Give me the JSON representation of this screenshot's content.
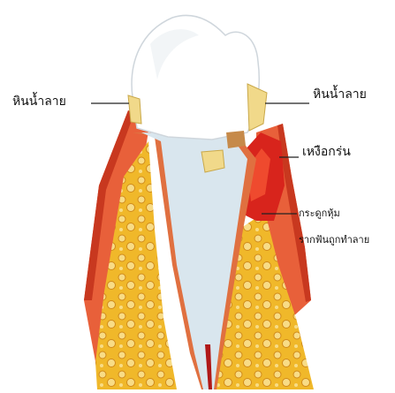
{
  "diagram": {
    "labels": {
      "calculus_left": "หินน้ำลาย",
      "calculus_right": "หินน้ำลาย",
      "inflamed_gum": "เหงือกร่น",
      "bone_loss": "กระดูกหุ้ม",
      "bone_loss_2": "รากฟันถูกทำลาย"
    },
    "colors": {
      "enamel": "#ffffff",
      "dentin": "#d9e6ee",
      "gum": "#e8603a",
      "gum_dark": "#c8381f",
      "bone": "#f2c230",
      "bone_spots": "#f7d77a",
      "calculus": "#f1d98a",
      "inflammation": "#d8241c",
      "pulp": "#b01818"
    }
  }
}
